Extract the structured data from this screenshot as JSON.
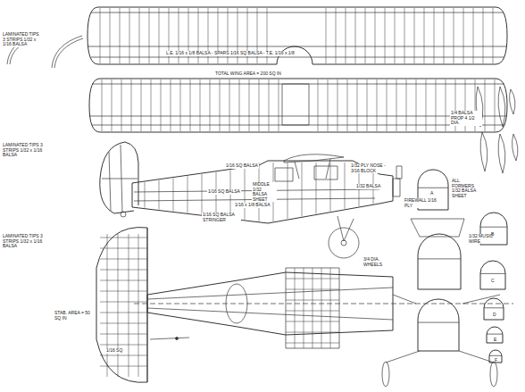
{
  "diagram": {
    "labels": [
      "LAMINATED TIPS 3 STRIPS 1/32 x 1/16 BALSA",
      "L.E. 1/16 x 1/8 BALSA - SPARS 1/16 SQ BALSA - T.E. 1/16 x 1/8",
      "TOTAL WING AREA = 200 SQ IN",
      "LAMINATED TIPS 3 STRIPS 1/32 x 1/16 BALSA",
      "1/16 SQ BALSA",
      "MIDDLE 1/32 BALSA SHEET",
      "1/16 SQ BALSA",
      "1/16 x 1/8 BALSA",
      "1/16 SQ BALSA STRINGER",
      "1/32 PLY NOSE - 3/16 BLOCK",
      "FIREWALL 1/16 PLY",
      "1/32 BALSA",
      "ALL FORMERS 1/32 BALSA SHEET",
      "1/4 BALSA PROP 4 1/2 DIA.",
      "3/4 DIA. WHEELS",
      "1/32 MUSIC WIRE",
      "LAMINATED TIPS 3 STRIPS 1/32 x 1/16 BALSA",
      "STAB. AREA = 50 SQ IN",
      "1/16 SQ",
      "A",
      "B",
      "C",
      "D",
      "E",
      "F"
    ]
  }
}
